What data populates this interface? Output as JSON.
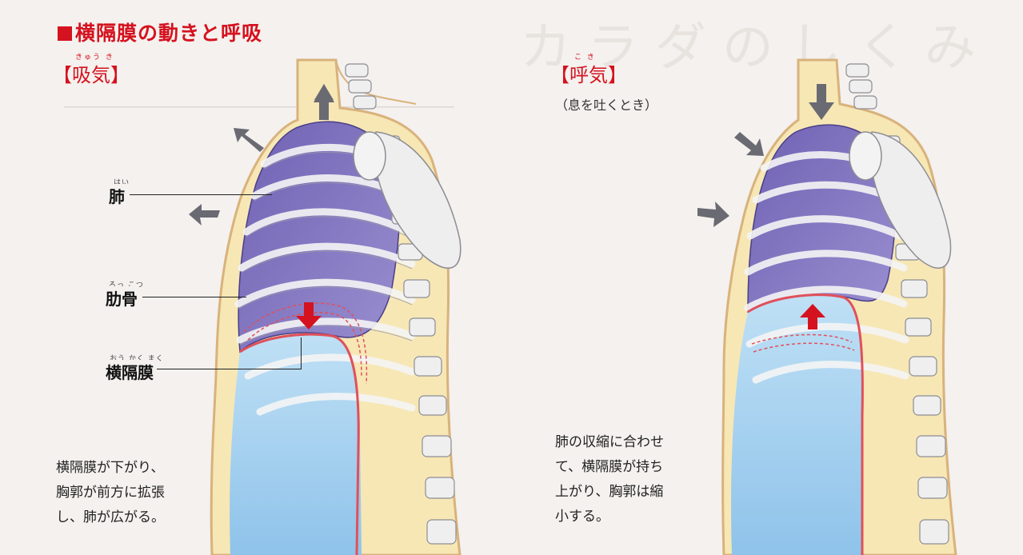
{
  "title": "横隔膜の動きと呼吸",
  "inhale": {
    "heading": "【吸気】",
    "ruby": "きゅう き",
    "labels": {
      "lung": "肺",
      "lung_ruby": "はい",
      "rib": "肋骨",
      "rib_ruby": "ろっ こつ",
      "diaphragm": "横隔膜",
      "diaphragm_ruby": "おう かく まく"
    },
    "caption": [
      "横隔膜が下がり、",
      "胸郭が前方に拡張",
      "し、肺が広がる。"
    ]
  },
  "exhale": {
    "heading": "【呼気】",
    "ruby": "こ き",
    "subtitle": "（息を吐くとき）",
    "caption": [
      "肺の収縮に合わせ",
      "て、横隔膜が持ち",
      "上がり、胸郭は縮",
      "小する。"
    ]
  },
  "colors": {
    "accent": "#d5121f",
    "body": "#f6e7b5",
    "lung": "#7e71be",
    "abdomen": "#a9d2ef",
    "bone": "#f2f2f2"
  }
}
